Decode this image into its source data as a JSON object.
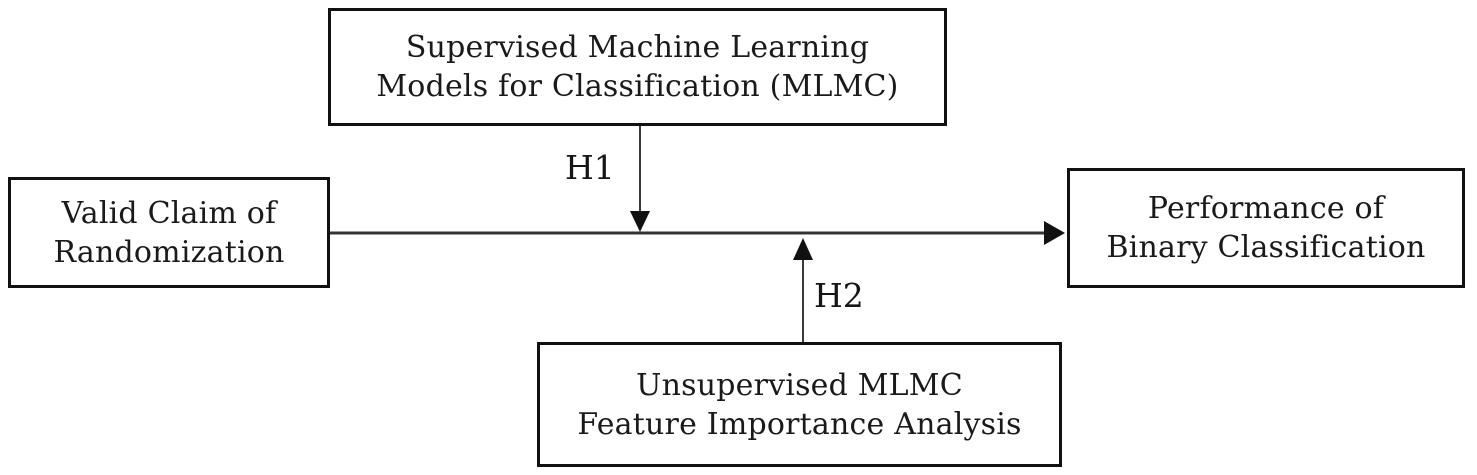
{
  "diagram": {
    "type": "path-model",
    "nodes": {
      "supervised_mlmc": {
        "line1": "Supervised Machine Learning",
        "line2": "Models for Classification (MLMC)"
      },
      "valid_claim": {
        "line1": "Valid Claim of",
        "line2": "Randomization"
      },
      "performance": {
        "line1": "Performance of",
        "line2": "Binary Classification"
      },
      "unsupervised_mlmc": {
        "line1": "Unsupervised MLMC",
        "line2": "Feature Importance Analysis"
      }
    },
    "edge_labels": {
      "h1": "H1",
      "h2": "H2"
    },
    "colors": {
      "background": "#ffffff",
      "box_border": "#111111",
      "text": "#1a1a1a",
      "connector": "#333333",
      "arrowhead": "#111111"
    }
  }
}
